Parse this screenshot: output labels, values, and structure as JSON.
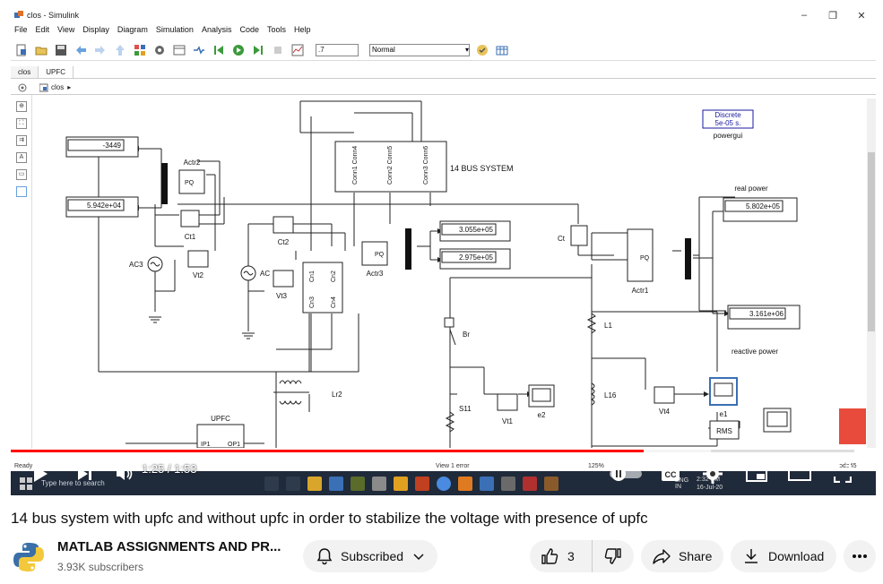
{
  "simulink": {
    "window_title": "clos - Simulink",
    "win_controls": {
      "minimize": "–",
      "restore": "❐",
      "close": "✕"
    },
    "menu": [
      "File",
      "Edit",
      "View",
      "Display",
      "Diagram",
      "Simulation",
      "Analysis",
      "Code",
      "Tools",
      "Help"
    ],
    "stop_time": ".7",
    "sim_mode": "Normal",
    "tabs": [
      "clos",
      "UPFC"
    ],
    "breadcrumb": "clos",
    "status_left": "Ready",
    "status_center": "View 1 error",
    "status_zoom": "125%",
    "status_right": "ode45"
  },
  "diagram": {
    "displays": [
      "-3449",
      "5.942e+04",
      "3.055e+05",
      "2.975e+05",
      "5.802e+05",
      "3.161e+06"
    ],
    "labels": {
      "actr2": "Actr2",
      "ct1": "Ct1",
      "ac3": "AC3",
      "vt2": "Vt2",
      "ct2": "Ct2",
      "ac": "AC",
      "vt3": "Vt3",
      "actr3": "Actr3",
      "bus": "14 BUS SYSTEM",
      "ct": "Ct",
      "actr1": "Actr1",
      "real_power": "real power",
      "reactive_power": "reactive power",
      "powergui": "powergui",
      "discrete1": "Discrete",
      "discrete2": "5e-05 s.",
      "l1": "L1",
      "l16": "L16",
      "br": "Br",
      "s11": "S11",
      "vt1": "Vt1",
      "e2": "e2",
      "vt4": "Vt4",
      "e1": "e1",
      "rms": "RMS",
      "lr2": "Lr2",
      "upfc": "UPFC",
      "ip1": "IP1",
      "op1": "OP1",
      "pq": "PQ",
      "conn1": "Conn1 Conn4",
      "conn2": "Conn2 Conn5",
      "conn3": "Conn3 Conn6",
      "cn1": "Cn1",
      "cn2": "Cn2",
      "cn3": "Cn3",
      "cn4": "Cn4"
    }
  },
  "taskbar": {
    "search_placeholder": "Type here to search",
    "clock_time": "2:32 PM",
    "clock_date": "16-Jul-20",
    "lang": "ENG IN"
  },
  "player": {
    "current_time": "1:25",
    "duration": "1:53",
    "time_display": "1:25 / 1:53",
    "progress_fraction": 0.75
  },
  "video": {
    "title": "14 bus system with upfc and without upfc in order to stabilize the voltage with presence of upfc"
  },
  "channel": {
    "name": "MATLAB ASSIGNMENTS AND PR...",
    "subscribers": "3.93K subscribers"
  },
  "actions": {
    "subscribe_label": "Subscribed",
    "like_count": "3",
    "share_label": "Share",
    "download_label": "Download"
  },
  "colors": {
    "progress_red": "#ff0000",
    "taskbar_bg": "#1f2a3a",
    "pill_bg": "#f2f2f2"
  }
}
